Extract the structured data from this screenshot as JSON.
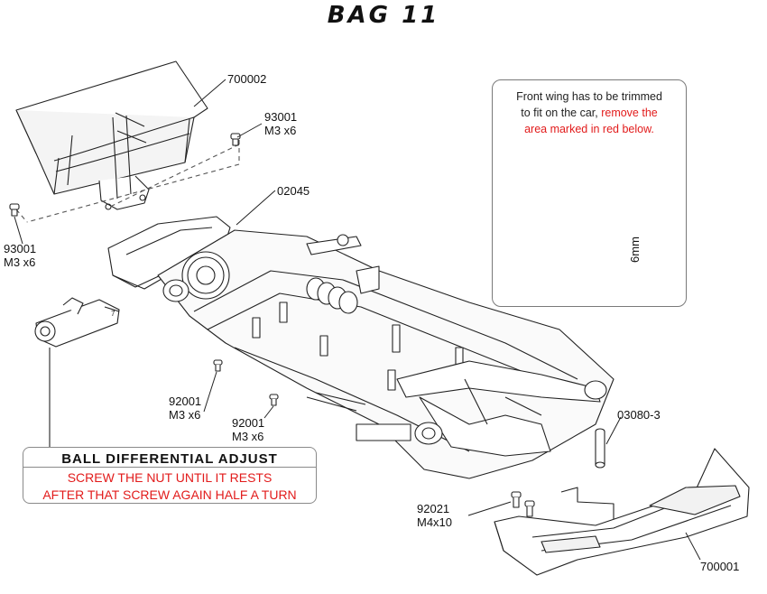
{
  "title": "BAG 11",
  "parts": {
    "rear_wing": "700002",
    "screw_top": {
      "code": "93001",
      "spec": "M3 x6"
    },
    "screw_left": {
      "code": "93001",
      "spec": "M3 x6"
    },
    "wing_mount": "02045",
    "screw_mid_1": {
      "code": "92001",
      "spec": "M3 x6"
    },
    "screw_mid_2": {
      "code": "92001",
      "spec": "M3 x6"
    },
    "pin": "03080-3",
    "screw_front": {
      "code": "92021",
      "spec": "M4x10"
    },
    "front_wing": "700001"
  },
  "note": {
    "line1": "Front wing has to be trimmed",
    "line2_black": "to fit on the car,",
    "line2_red": "remove the",
    "line3_red": "area marked in red below.",
    "dimension": "6mm"
  },
  "ball_diff": {
    "heading": "BALL DIFFERENTIAL ADJUST",
    "line1": "SCREW THE NUT UNTIL IT RESTS",
    "line2": "AFTER THAT SCREW AGAIN HALF A TURN"
  },
  "colors": {
    "red": "#e21b1b",
    "trim_red": "#d61f26",
    "part_grey": "#a9a9a9"
  }
}
